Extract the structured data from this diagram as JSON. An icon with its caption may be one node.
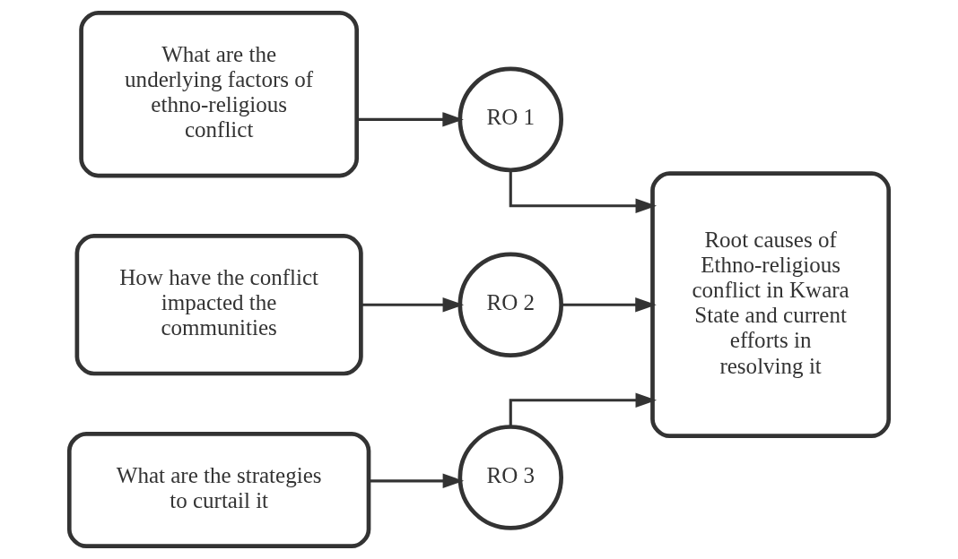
{
  "diagram": {
    "nodes": [
      {
        "text": [
          "What are the underlying factors of ethno-religious conflict"
        ]
      },
      {
        "text": [
          "RO 1"
        ]
      },
      {
        "text": [
          "How have the conflict impacted the communities"
        ]
      },
      {
        "text": [
          "RO 2"
        ]
      },
      {
        "text": [
          "What are the strategies to curtail it"
        ]
      },
      {
        "text": [
          "RO 3"
        ]
      },
      {
        "text": [
          "Root causes of Ethno-religious conflict in Kwara State and current efforts in resolving it"
        ]
      }
    ],
    "edges": [
      {
        "from": 0,
        "to": 1,
        "arrow": "to"
      },
      {
        "from": 2,
        "to": 3,
        "arrow": "to"
      },
      {
        "from": 4,
        "to": 5,
        "arrow": "to"
      },
      {
        "from": 1,
        "to": 6,
        "arrow": "to"
      },
      {
        "from": 3,
        "to": 6,
        "arrow": "to"
      },
      {
        "from": 5,
        "to": 6,
        "arrow": "to"
      }
    ]
  }
}
